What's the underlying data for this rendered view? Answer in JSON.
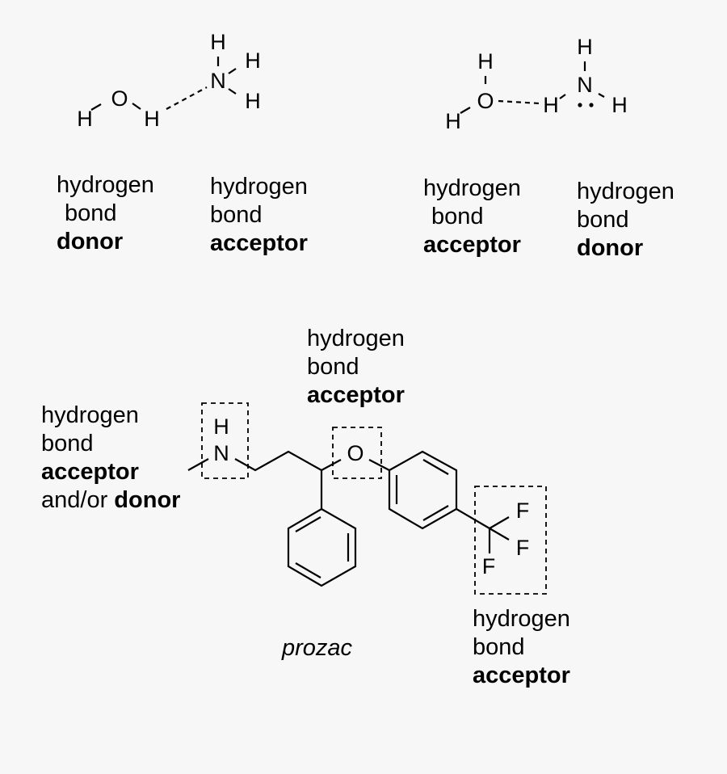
{
  "atoms": {
    "H": "H",
    "O": "O",
    "N": "N",
    "F": "F"
  },
  "labels": {
    "top_left_donor": [
      "hydrogen",
      "bond",
      "donor"
    ],
    "top_left_acceptor": [
      "hydrogen",
      "bond",
      "acceptor"
    ],
    "top_right_acceptor": [
      "hydrogen",
      "bond",
      "acceptor"
    ],
    "top_right_donor": [
      "hydrogen",
      "bond",
      "donor"
    ],
    "prozac_o": [
      "hydrogen",
      "bond",
      "acceptor"
    ],
    "prozac_nh": [
      "hydrogen",
      "bond",
      "acceptor",
      "and/or",
      "donor"
    ],
    "prozac_cf3": [
      "hydrogen",
      "bond",
      "acceptor"
    ]
  },
  "molecule_name": "prozac"
}
